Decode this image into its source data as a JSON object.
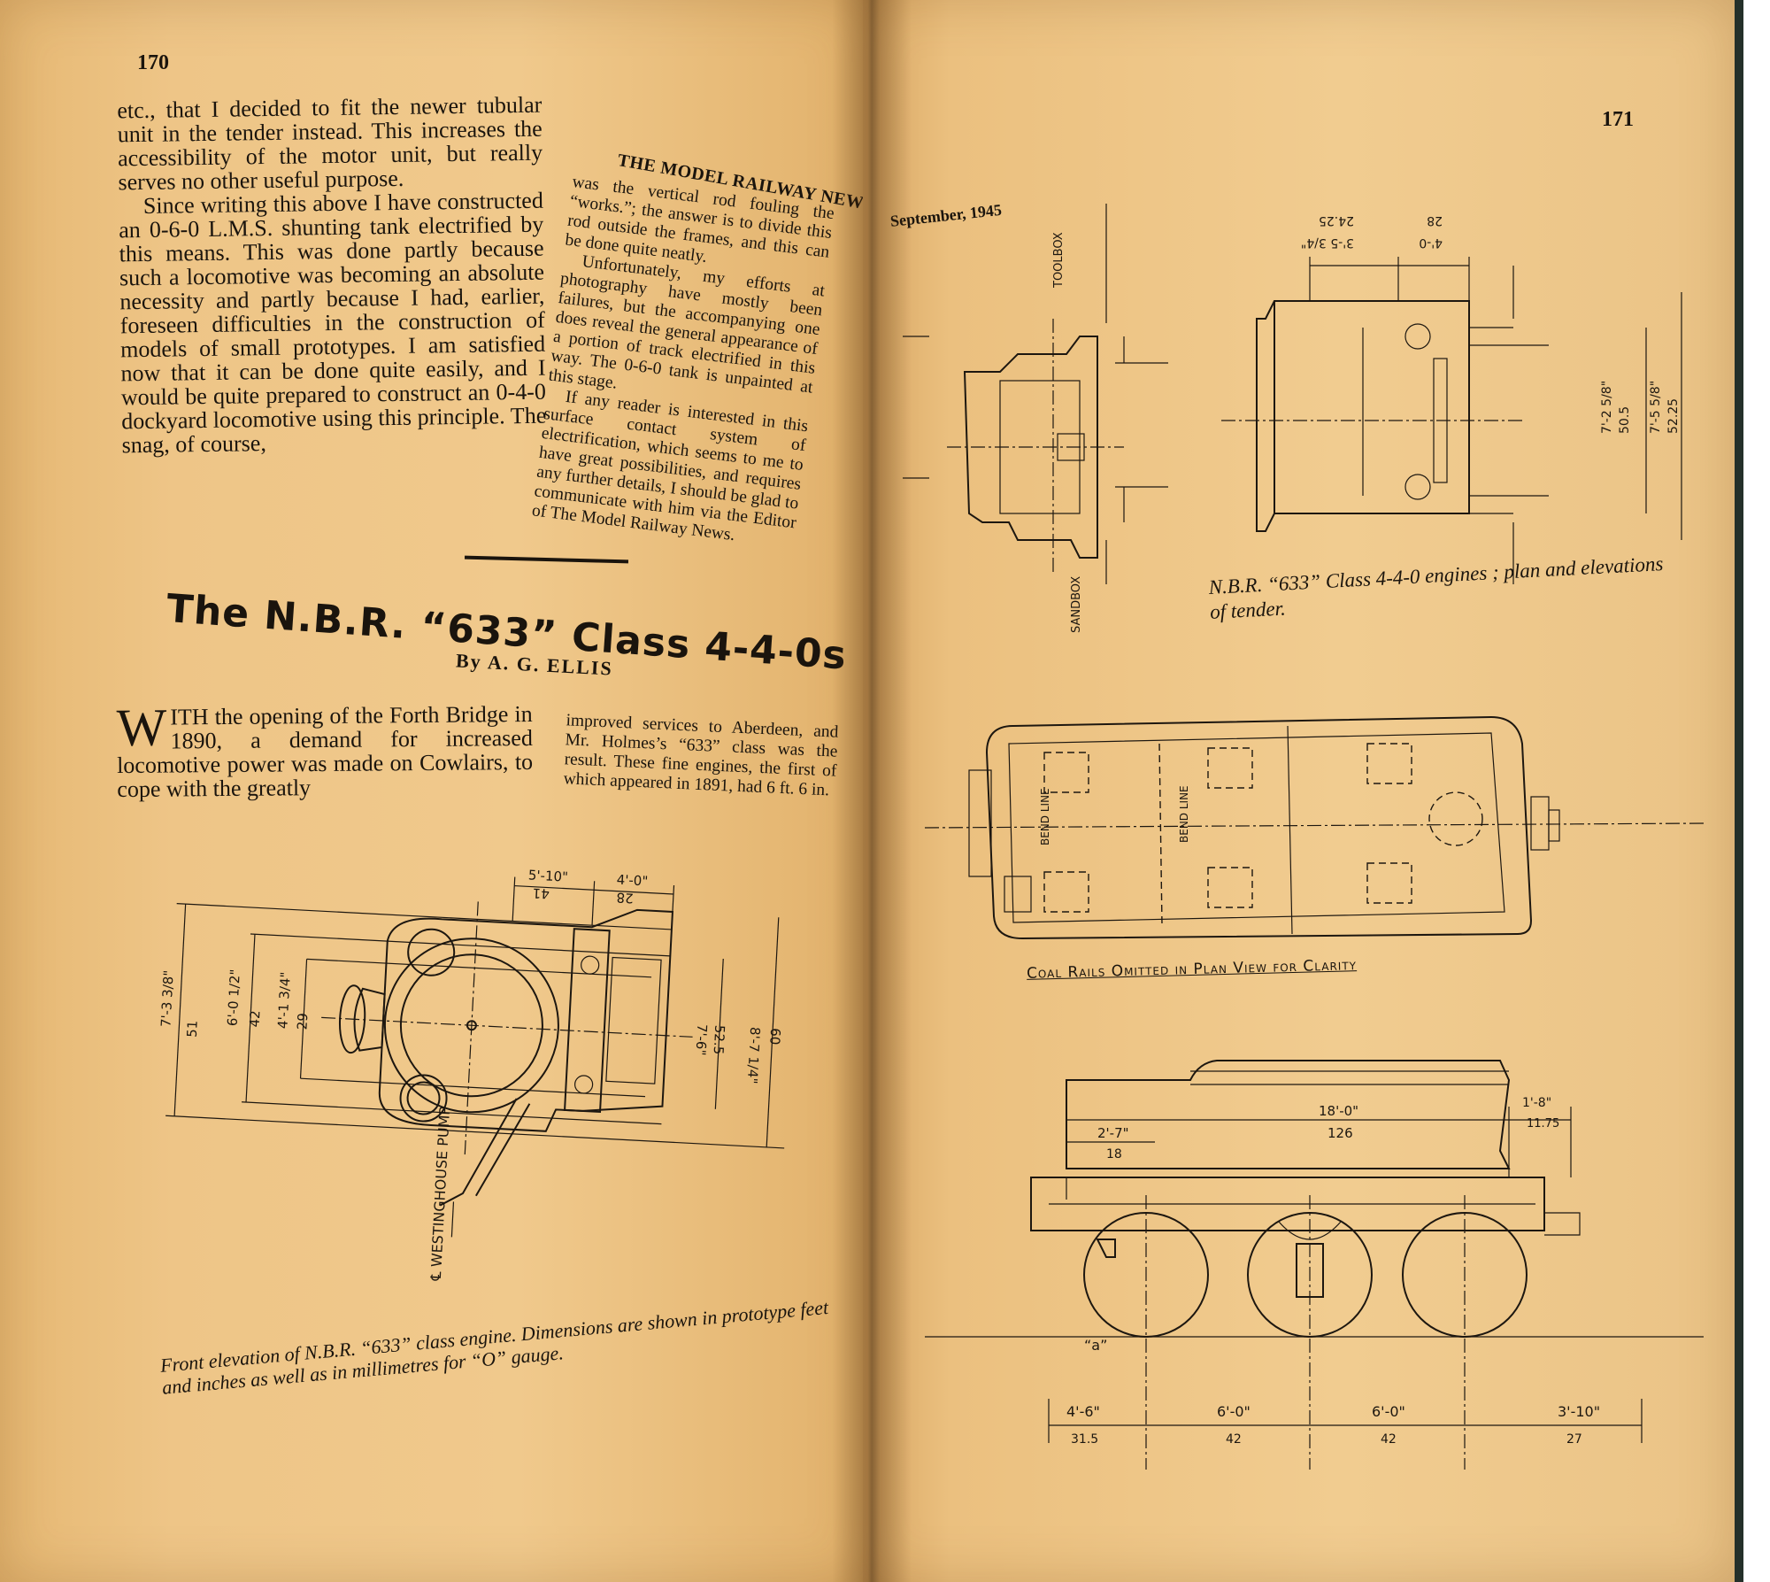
{
  "left_page": {
    "page_number": "170",
    "col1_paragraphs": [
      "etc., that I decided to fit the newer tubular unit in the tender instead. This increases the accessibility of the motor unit, but really serves no other useful purpose.",
      "Since writing this above I have constructed an 0-6-0 L.M.S. shunting tank electrified by this means. This was done partly because such a locomotive was becoming an absolute necessity and partly because I had, earlier, foreseen difficulties in the construction of models of small prototypes. I am satisfied now that it can be done quite easily, and I would be quite prepared to construct an 0-4-0 dockyard locomotive using this principle. The snag, of course,"
    ],
    "running_head": "THE MODEL RAILWAY NEWS",
    "col2_paragraphs": [
      "was the vertical rod fouling the “works.”; the answer is to divide this rod outside the frames, and this can be done quite neatly.",
      "Unfortunately, my efforts at photography have mostly been failures, but the accompanying one does reveal the general appearance of a portion of track electrified in this way. The 0-6-0 tank is unpainted at this stage.",
      "If any reader is interested in this surface contact system of electrification, which seems to me to have great possibilities, and requires any further details, I should be glad to communicate with him via the Editor of The Model Railway News."
    ],
    "article_title": "The N.B.R. “633” Class 4-4-0s",
    "byline": "By A. G. ELLIS",
    "drop_cap": "W",
    "intro_col1": "ITH the opening of the Forth Bridge in 1890, a demand for increased locomotive power was made on Cowlairs, to cope with the greatly",
    "intro_col2": "improved services to Aberdeen, and Mr. Holmes’s “633” class was the result. These fine engines, the first of which appeared in 1891, had 6 ft. 6 in.",
    "drawing": {
      "dim_top": [
        "5'-10\"",
        "41",
        "4'-0\"",
        "28"
      ],
      "dim_left": [
        "7'-3 3/8\"",
        "51",
        "6'-0 1/2\"",
        "42",
        "4'-1 3/4\"",
        "29"
      ],
      "dim_right": [
        "7'-6\"",
        "52.5",
        "8'-7 1/4\"",
        "60"
      ],
      "pump_label": "℄ WESTINGHOUSE PUMP"
    },
    "caption": "Front elevation of N.B.R. “633” class engine. Dimensions are shown in prototype feet and inches as well as in millimetres for “O” gauge."
  },
  "right_page": {
    "page_number": "171",
    "date": "September, 1945",
    "drawing1": {
      "toolbox": "TOOLBOX",
      "sandbox": "SANDBOX",
      "dims_top": [
        "3'-5 3/4\"",
        "24.25",
        "4'-0",
        "28"
      ],
      "dims_right": [
        "7'-2 5/8\"",
        "50.5",
        "7'-5 5/8\"",
        "52.25"
      ]
    },
    "caption1": "N.B.R. “633” Class 4-4-0 engines ; plan and elevations of tender.",
    "plan": {
      "bend_line": "BEND LINE"
    },
    "plan_label": "Coal Rails Omitted in Plan View for Clarity",
    "side": {
      "dims_top": [
        "18'-0\"",
        "126",
        "1'-8\"",
        "11.75",
        "2'-7\"",
        "18"
      ],
      "label_a": "“a”",
      "dims_bottom": [
        "4'-6\"",
        "31.5",
        "6'-0\"",
        "42",
        "6'-0\"",
        "42",
        "3'-10\"",
        "27"
      ]
    }
  }
}
